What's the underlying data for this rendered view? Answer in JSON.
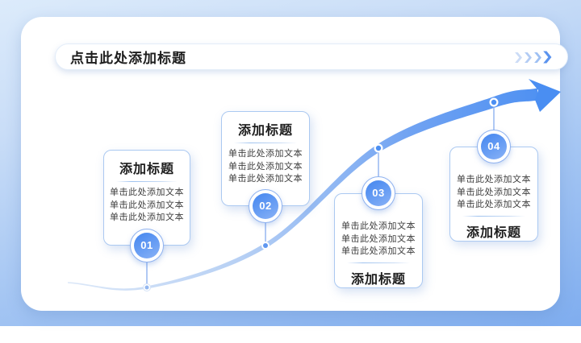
{
  "header": {
    "title": "点击此处添加标题",
    "chevron_char": "❯"
  },
  "steps": [
    {
      "number": "01",
      "title": "添加标题",
      "lines": [
        "单击此处添加文本",
        "单击此处添加文本",
        "单击此处添加文本"
      ],
      "layout": "card-above-badge"
    },
    {
      "number": "02",
      "title": "添加标题",
      "lines": [
        "单击此处添加文本",
        "单击此处添加文本",
        "单击此处添加文本"
      ],
      "layout": "card-above-badge"
    },
    {
      "number": "03",
      "title": "添加标题",
      "lines": [
        "单击此处添加文本",
        "单击此处添加文本",
        "单击此处添加文本"
      ],
      "layout": "badge-above-card"
    },
    {
      "number": "04",
      "title": "添加标题",
      "lines": [
        "单击此处添加文本",
        "单击此处添加文本",
        "单击此处添加文本"
      ],
      "layout": "badge-above-card"
    }
  ],
  "colors": {
    "accent_blue": "#4a8ef2",
    "curve_light": "#dce8f8",
    "card_border": "#abc9f1",
    "badge_fill": "#5a94f0",
    "background_top": "#dcebfb",
    "background_bottom": "#7fadef",
    "title_text": "#1d1d1d",
    "body_text": "#3d3d3d"
  }
}
